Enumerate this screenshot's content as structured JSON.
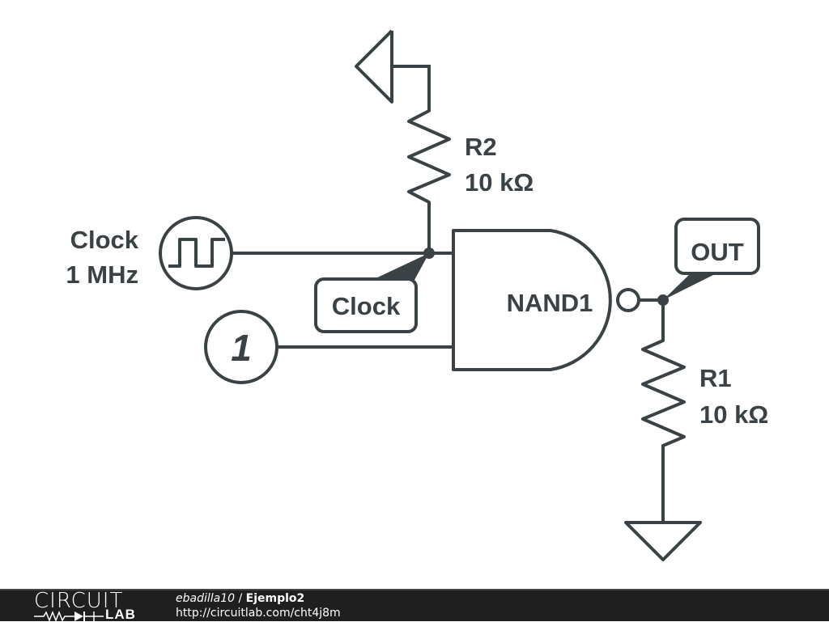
{
  "schematic": {
    "components": {
      "r2": {
        "name": "R2",
        "value": "10 kΩ"
      },
      "r1": {
        "name": "R1",
        "value": "10 kΩ"
      },
      "clock_source": {
        "name": "Clock",
        "frequency": "1 MHz"
      },
      "constant_input": {
        "value": "1"
      },
      "gate": {
        "name": "NAND1",
        "type": "NAND"
      }
    },
    "net_labels": {
      "clock": "Clock",
      "out": "OUT"
    },
    "colors": {
      "stroke": "#3a4246",
      "background": "#ffffff"
    }
  },
  "footer": {
    "logo_top": "CIRCUIT",
    "logo_bottom": "LAB",
    "author": "ebadilla10",
    "separator": " / ",
    "project": "Ejemplo2",
    "url": "http://circuitlab.com/cht4j8m",
    "background": "#1f1f1f"
  }
}
